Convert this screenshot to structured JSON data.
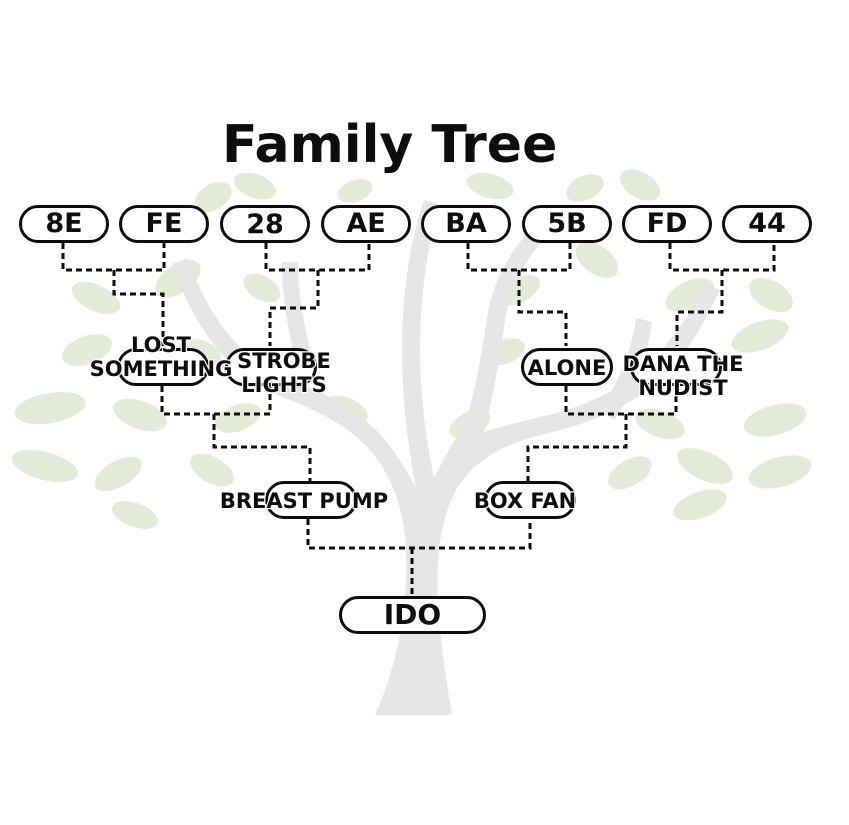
{
  "title": "Family Tree",
  "colors": {
    "trunk": "#e6e6e5",
    "leaf": "#e4ebd8",
    "ink": "#0d0d0d",
    "background": "#ffffff"
  },
  "tree": {
    "root": {
      "label": "IDO"
    },
    "parents": [
      {
        "label": "BREAST PUMP"
      },
      {
        "label": "BOX FAN"
      }
    ],
    "grandparents": [
      {
        "label": "LOST\nSOMETHING"
      },
      {
        "label": "STROBE\nLIGHTS"
      },
      {
        "label": "ALONE"
      },
      {
        "label": "DANA THE\nNUDIST"
      }
    ],
    "great_grandparents": [
      {
        "label": "8E"
      },
      {
        "label": "FE"
      },
      {
        "label": "28"
      },
      {
        "label": "AE"
      },
      {
        "label": "BA"
      },
      {
        "label": "5B"
      },
      {
        "label": "FD"
      },
      {
        "label": "44"
      }
    ]
  }
}
